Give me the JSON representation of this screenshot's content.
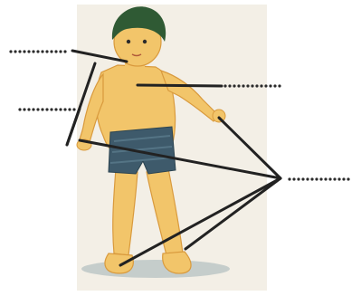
{
  "diagram": {
    "figure": "child-body-parts",
    "labels": [
      {
        "id": "head-label",
        "text": ""
      },
      {
        "id": "chest-label",
        "text": ""
      },
      {
        "id": "arm-label",
        "text": ""
      },
      {
        "id": "limbs-label",
        "text": ""
      }
    ]
  },
  "colors": {
    "skin": "#f2c56a",
    "skin_shade": "#d99a3d",
    "hair": "#2f5a34",
    "shorts": "#3e5a6b",
    "pointer": "#222222",
    "backdrop": "#f3efe6",
    "floor_shadow": "#9fb0b4"
  }
}
